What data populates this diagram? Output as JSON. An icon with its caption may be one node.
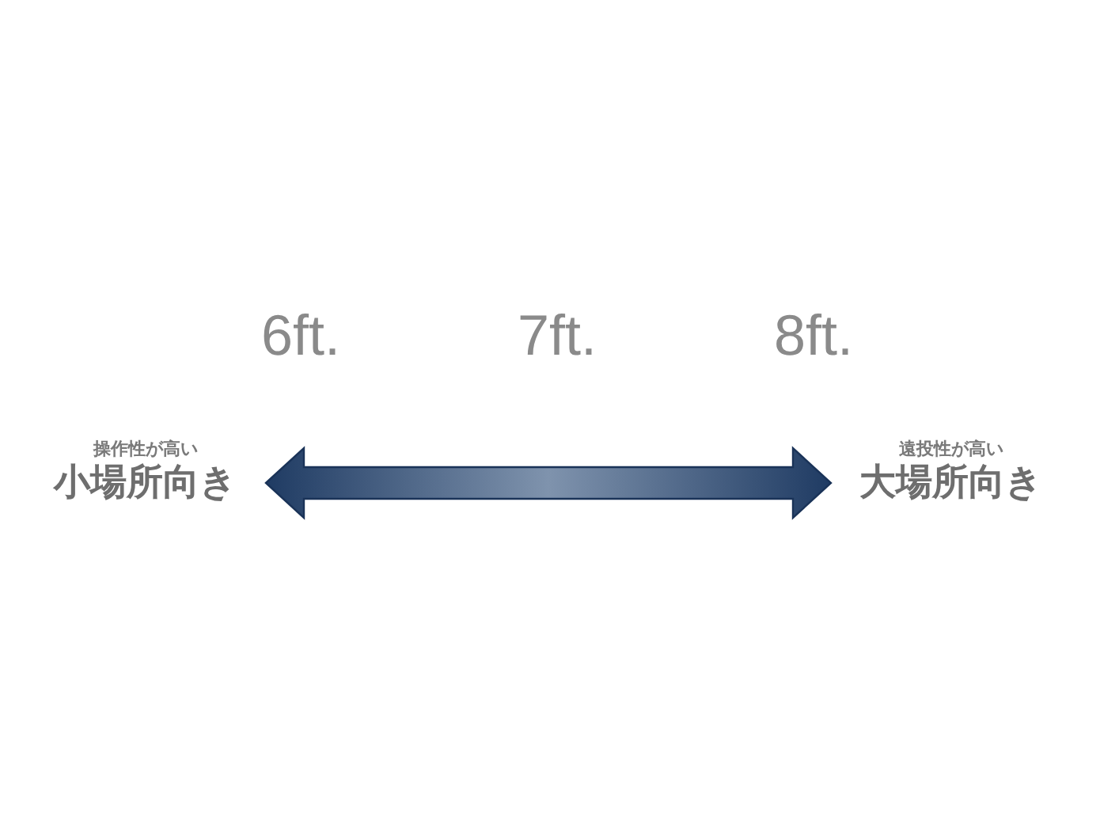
{
  "diagram": {
    "nodes": [
      {
        "text": [
          "操作性が高い",
          "小場所向き"
        ]
      },
      {
        "text": [
          "遠投性が高い",
          "大場所向き"
        ]
      }
    ],
    "edges": [
      {
        "from": 0,
        "to": 1,
        "arrow": "both"
      }
    ],
    "labels": [
      "6ft.",
      "7ft.",
      "8ft."
    ]
  }
}
